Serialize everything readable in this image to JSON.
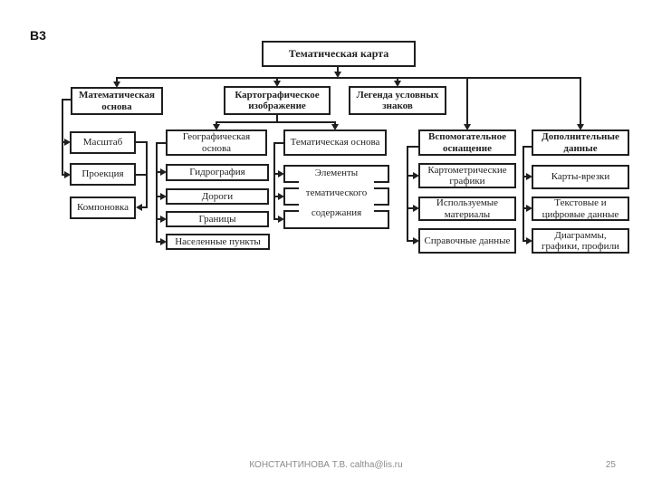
{
  "slide": {
    "label": "В3"
  },
  "colors": {
    "ink": "#1f1f1f",
    "footer_gray": "#8a8a8a",
    "background": "#ffffff"
  },
  "diagram": {
    "root": {
      "label": "Тематическая карта"
    },
    "math": {
      "label": "Математическая основа",
      "children": {
        "scale": "Масштаб",
        "projection": "Проекция",
        "composition": "Компоновка"
      }
    },
    "carto": {
      "label": "Картографическое изображение",
      "geo": {
        "label": "Географическая основа",
        "children": {
          "hydrography": "Гидрография",
          "roads": "Дороги",
          "borders": "Границы",
          "settlements": "Населенные пункты"
        }
      },
      "thematic": {
        "label": "Тематическая основа",
        "elements": "Элементы тематического содержания"
      }
    },
    "legend": {
      "label": "Легенда условных знаков"
    },
    "aux": {
      "label": "Вспомогательное оснащение",
      "children": {
        "cartometric": "Картометрические графики",
        "materials": "Используемые материалы",
        "reference": "Справочные данные"
      }
    },
    "extra": {
      "label": "Дополнительные данные",
      "children": {
        "inset_maps": "Карты-врезки",
        "text_numeric": "Текстовые и цифровые данные",
        "diagrams": "Диаграммы, графики, профили"
      }
    }
  },
  "footer": {
    "author": "КОНСТАНТИНОВА Т.В. caltha@lis.ru",
    "page": "25"
  }
}
